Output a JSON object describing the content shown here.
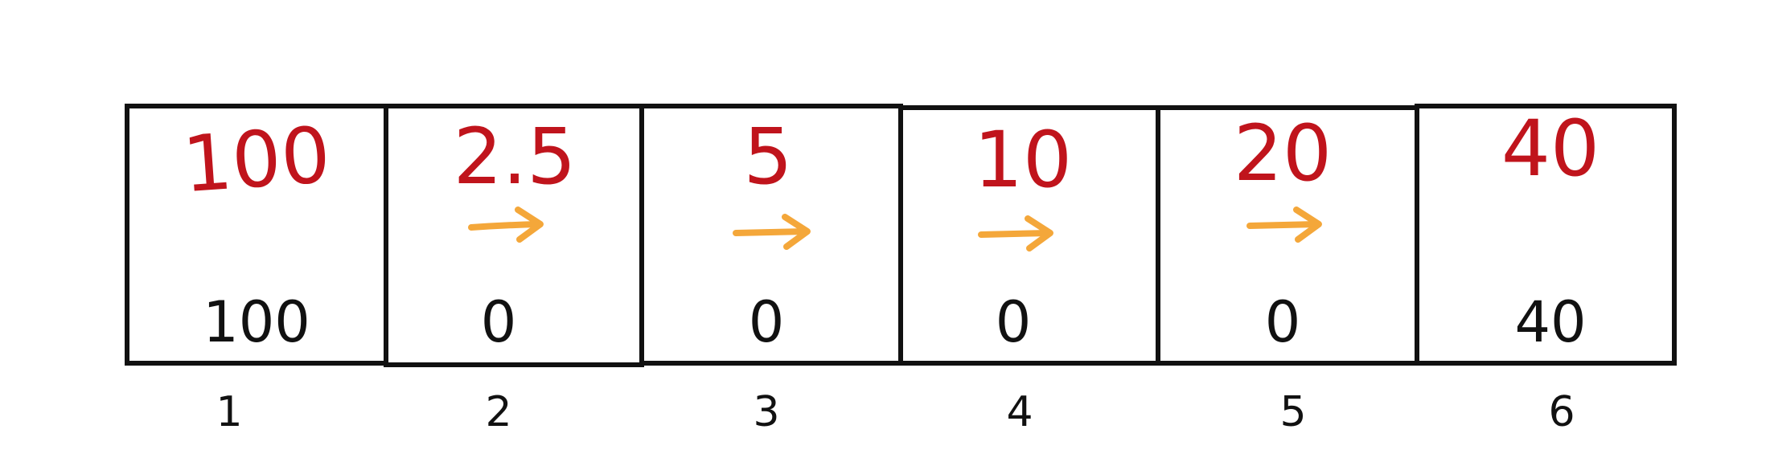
{
  "colors": {
    "handwritten": "#c0141c",
    "arrow": "#f4a73a",
    "ink": "#111111"
  },
  "cells": [
    {
      "index": "1",
      "top": "100",
      "bottom": "100",
      "arrow": false
    },
    {
      "index": "2",
      "top": "2.5",
      "bottom": "0",
      "arrow": true
    },
    {
      "index": "3",
      "top": "5",
      "bottom": "0",
      "arrow": true
    },
    {
      "index": "4",
      "top": "10",
      "bottom": "0",
      "arrow": true
    },
    {
      "index": "5",
      "top": "20",
      "bottom": "0",
      "arrow": true
    },
    {
      "index": "6",
      "top": "40",
      "bottom": "40",
      "arrow": false
    }
  ]
}
